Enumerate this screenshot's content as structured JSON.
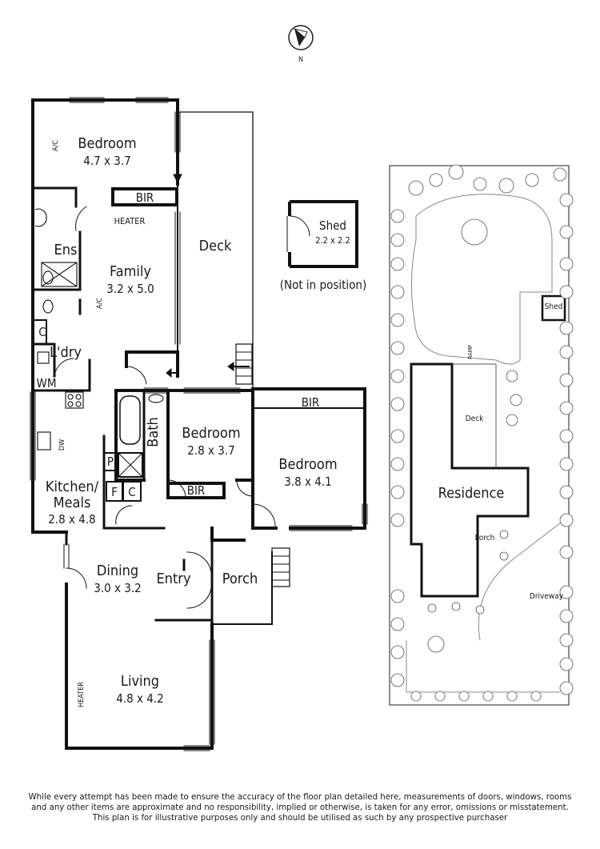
{
  "compass": {
    "label": "N"
  },
  "floorplan": {
    "rooms": [
      {
        "id": "bedroom1",
        "name": "Bedroom",
        "dims": "4.7 x 3.7"
      },
      {
        "id": "family",
        "name": "Family",
        "dims": "3.2 x 5.0"
      },
      {
        "id": "bedroom2",
        "name": "Bedroom",
        "dims": "2.8 x 3.7"
      },
      {
        "id": "bedroom3",
        "name": "Bedroom",
        "dims": "3.8 x 4.1"
      },
      {
        "id": "kitchen",
        "name": "Kitchen/\nMeals",
        "dims": "2.8 x 4.8"
      },
      {
        "id": "dining",
        "name": "Dining",
        "dims": "3.0 x 3.2"
      },
      {
        "id": "living",
        "name": "Living",
        "dims": "4.8 x 4.2"
      },
      {
        "id": "shed",
        "name": "Shed",
        "dims": "2.2 x 2.2"
      }
    ],
    "labels": {
      "bir": "BIR",
      "ens": "Ens",
      "ldry": "L'dry",
      "wm": "WM",
      "c": "C",
      "p": "P",
      "f": "F",
      "bath": "Bath",
      "entry": "Entry",
      "porch": "Porch",
      "deck": "Deck",
      "heater": "HEATER",
      "ac": "A/C",
      "dw": "DW",
      "not_in_position": "(Not in position)"
    }
  },
  "siteplan": {
    "residence": "Residence",
    "deck": "Deck",
    "porch": "Porch",
    "shed": "Shed",
    "ramp": "RAMP",
    "driveway": "Driveway"
  },
  "disclaimer": {
    "line1": "While every attempt has been made to ensure the accuracy of the floor plan detailed here, measurements of doors, windows, rooms",
    "line2": "and any other items are approximate and no responsibility, implied or otherwise, is taken for any error, omissions or misstatement.",
    "line3": "This plan is for illustrative purposes only and should be utilised as such by any prospective purchaser"
  }
}
